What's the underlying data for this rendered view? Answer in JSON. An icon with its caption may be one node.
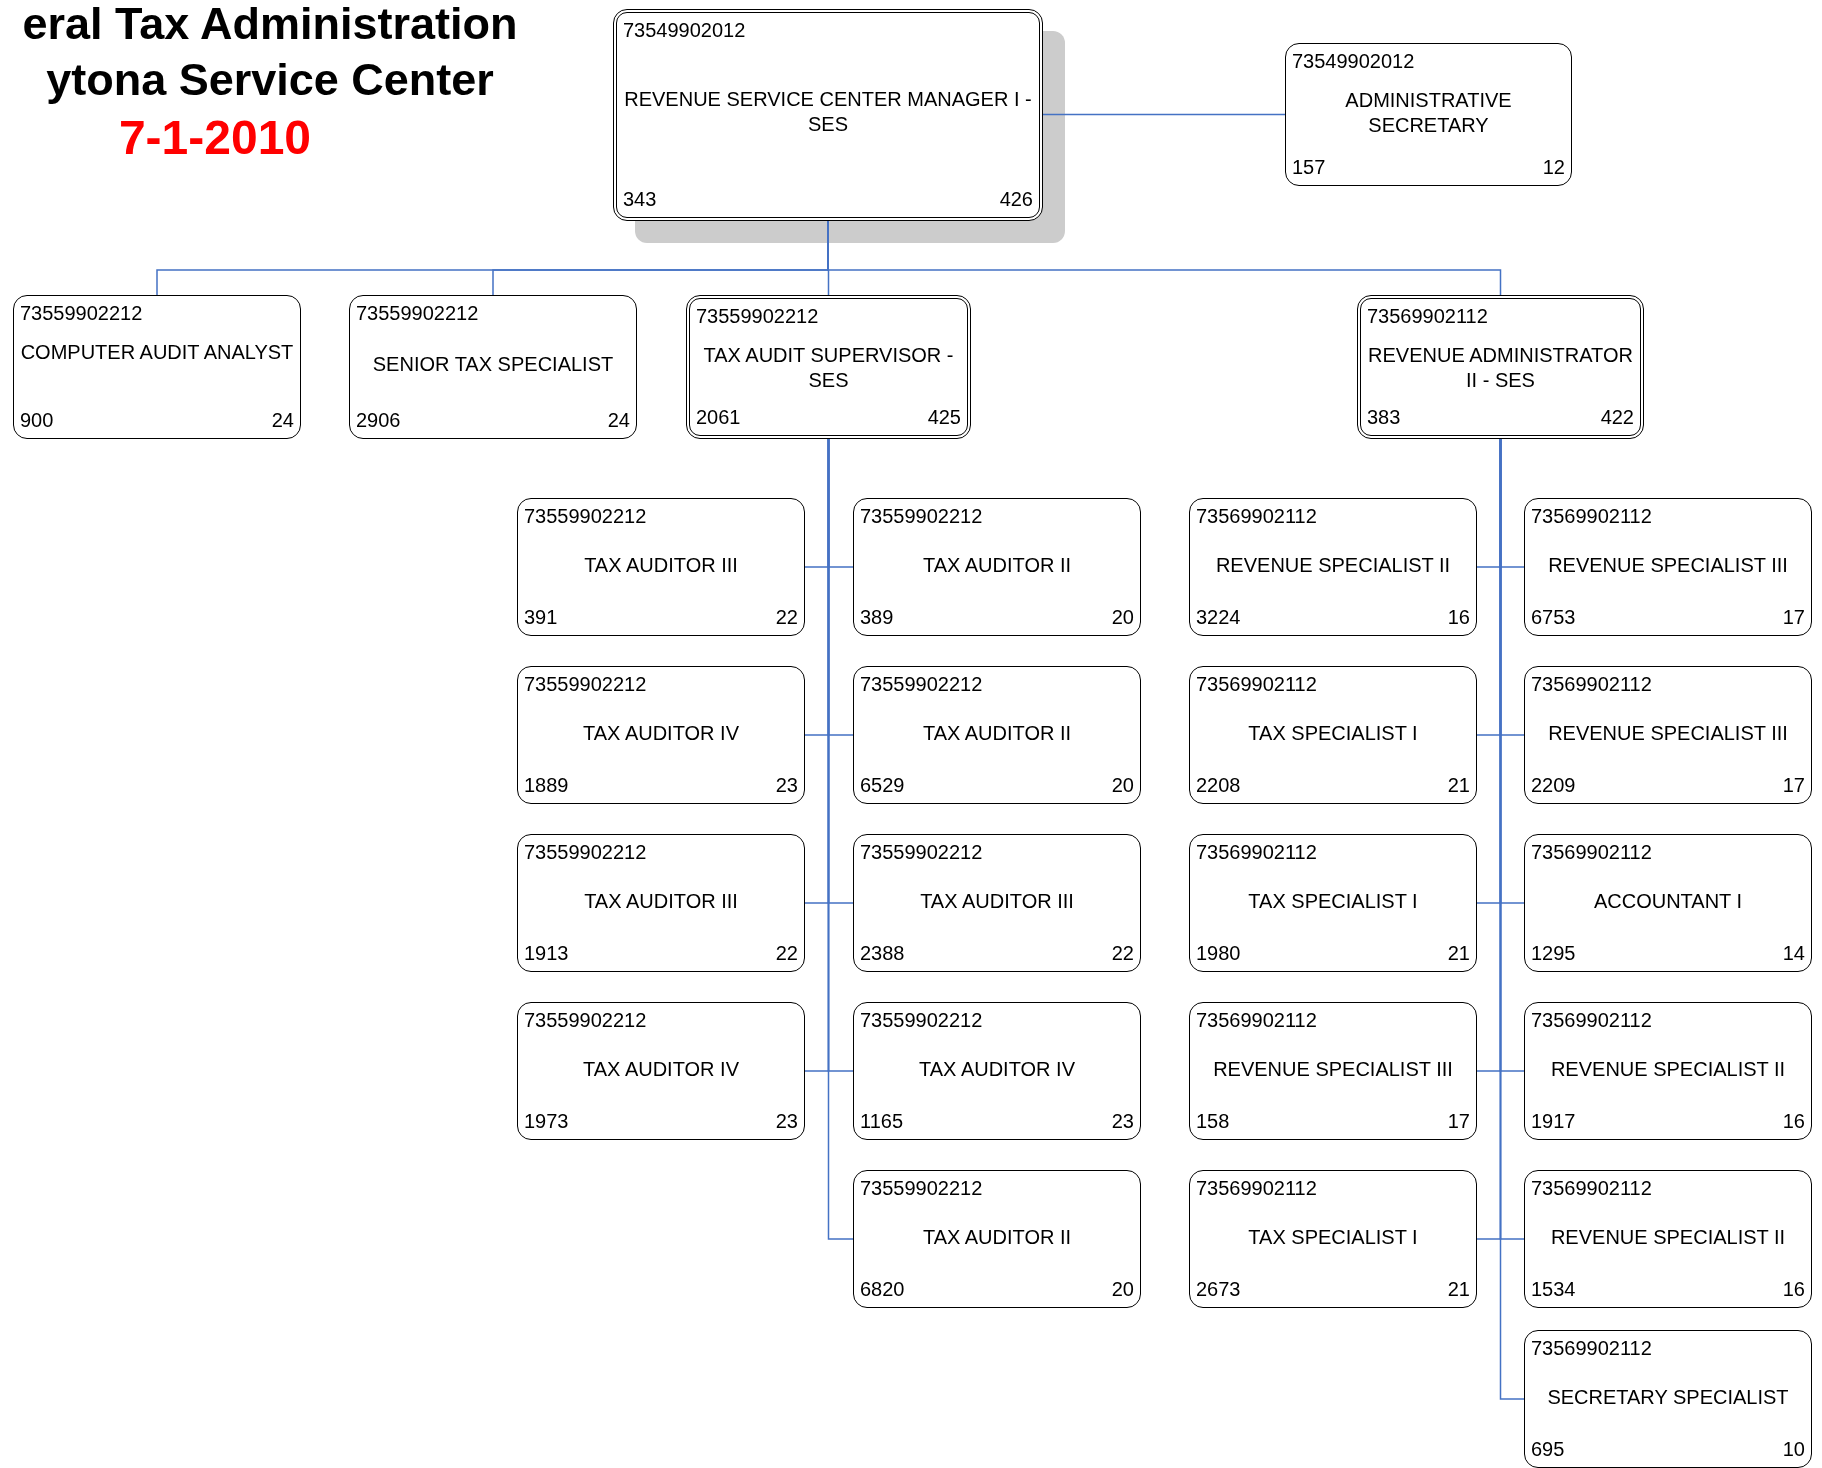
{
  "diagram": {
    "title": "eral Tax Administration ytona Service Center",
    "nodes": [
      {
        "text": [
          "73549902012",
          "REVENUE SERVICE CENTER MANAGER I - SES",
          "343",
          "426"
        ]
      },
      {
        "text": [
          "73549902012",
          "ADMINISTRATIVE SECRETARY",
          "157",
          "12"
        ]
      },
      {
        "text": [
          "73559902212",
          "COMPUTER AUDIT ANALYST",
          "900",
          "24"
        ]
      },
      {
        "text": [
          "73559902212",
          "SENIOR TAX SPECIALIST",
          "2906",
          "24"
        ]
      },
      {
        "text": [
          "73559902212",
          "TAX AUDIT SUPERVISOR - SES",
          "2061",
          "425"
        ]
      },
      {
        "text": [
          "73569902112",
          "REVENUE ADMINISTRATOR II - SES",
          "383",
          "422"
        ]
      },
      {
        "text": [
          "73559902212",
          "TAX AUDITOR III",
          "391",
          "22"
        ]
      },
      {
        "text": [
          "73559902212",
          "TAX AUDITOR II",
          "389",
          "20"
        ]
      },
      {
        "text": [
          "73569902112",
          "REVENUE SPECIALIST II",
          "3224",
          "16"
        ]
      },
      {
        "text": [
          "73569902112",
          "REVENUE SPECIALIST III",
          "6753",
          "17"
        ]
      },
      {
        "text": [
          "73559902212",
          "TAX AUDITOR IV",
          "1889",
          "23"
        ]
      },
      {
        "text": [
          "73559902212",
          "TAX AUDITOR II",
          "6529",
          "20"
        ]
      },
      {
        "text": [
          "73569902112",
          "TAX SPECIALIST I",
          "2208",
          "21"
        ]
      },
      {
        "text": [
          "73569902112",
          "REVENUE SPECIALIST III",
          "2209",
          "17"
        ]
      },
      {
        "text": [
          "73559902212",
          "TAX AUDITOR III",
          "1913",
          "22"
        ]
      },
      {
        "text": [
          "73559902212",
          "TAX AUDITOR III",
          "2388",
          "22"
        ]
      },
      {
        "text": [
          "73569902112",
          "TAX SPECIALIST I",
          "1980",
          "21"
        ]
      },
      {
        "text": [
          "73569902112",
          "ACCOUNTANT I",
          "1295",
          "14"
        ]
      },
      {
        "text": [
          "73559902212",
          "TAX AUDITOR IV",
          "1973",
          "23"
        ]
      },
      {
        "text": [
          "73559902212",
          "TAX AUDITOR IV",
          "1165",
          "23"
        ]
      },
      {
        "text": [
          "73569902112",
          "REVENUE SPECIALIST III",
          "158",
          "17"
        ]
      },
      {
        "text": [
          "73569902112",
          "REVENUE SPECIALIST II",
          "1917",
          "16"
        ]
      },
      {
        "text": [
          "73559902212",
          "TAX AUDITOR II",
          "6820",
          "20"
        ]
      },
      {
        "text": [
          "73569902112",
          "TAX SPECIALIST I",
          "2673",
          "21"
        ]
      },
      {
        "text": [
          "73569902112",
          "REVENUE SPECIALIST II",
          "1534",
          "16"
        ]
      },
      {
        "text": [
          "73569902112",
          "SECRETARY SPECIALIST",
          "695",
          "10"
        ]
      }
    ],
    "edges": [
      {
        "from": 0,
        "to": 1,
        "arrow": "none"
      },
      {
        "from": 0,
        "to": 2,
        "arrow": "none"
      },
      {
        "from": 0,
        "to": 3,
        "arrow": "none"
      },
      {
        "from": 0,
        "to": 4,
        "arrow": "none"
      },
      {
        "from": 0,
        "to": 5,
        "arrow": "none"
      },
      {
        "from": 4,
        "to": 6,
        "arrow": "none"
      },
      {
        "from": 4,
        "to": 7,
        "arrow": "none"
      },
      {
        "from": 4,
        "to": 10,
        "arrow": "none"
      },
      {
        "from": 4,
        "to": 11,
        "arrow": "none"
      },
      {
        "from": 4,
        "to": 14,
        "arrow": "none"
      },
      {
        "from": 4,
        "to": 15,
        "arrow": "none"
      },
      {
        "from": 4,
        "to": 18,
        "arrow": "none"
      },
      {
        "from": 4,
        "to": 19,
        "arrow": "none"
      },
      {
        "from": 4,
        "to": 22,
        "arrow": "none"
      },
      {
        "from": 5,
        "to": 8,
        "arrow": "none"
      },
      {
        "from": 5,
        "to": 9,
        "arrow": "none"
      },
      {
        "from": 5,
        "to": 12,
        "arrow": "none"
      },
      {
        "from": 5,
        "to": 13,
        "arrow": "none"
      },
      {
        "from": 5,
        "to": 16,
        "arrow": "none"
      },
      {
        "from": 5,
        "to": 17,
        "arrow": "none"
      },
      {
        "from": 5,
        "to": 20,
        "arrow": "none"
      },
      {
        "from": 5,
        "to": 21,
        "arrow": "none"
      },
      {
        "from": 5,
        "to": 23,
        "arrow": "none"
      },
      {
        "from": 5,
        "to": 24,
        "arrow": "none"
      },
      {
        "from": 5,
        "to": 25,
        "arrow": "none"
      }
    ],
    "labels": [
      "7-1-2010"
    ]
  }
}
